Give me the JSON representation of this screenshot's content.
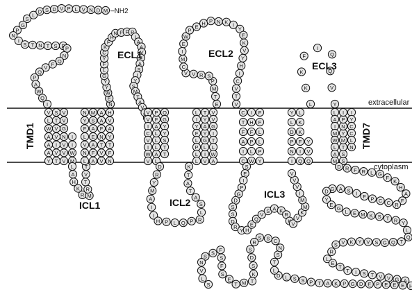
{
  "labels": {
    "ecl1": "ECL1",
    "ecl2": "ECL2",
    "ecl3": "ECL3",
    "icl1": "ICL1",
    "icl2": "ICL2",
    "icl3": "ICL3",
    "tmd1": "TMD1",
    "tmd7": "TMD7",
    "extracellular": "extracellular",
    "cytoplasm": "cytoplasm",
    "n_terminus": "NH2"
  },
  "segments": {
    "n_terminal": "SLDSDVPLVNDM",
    "n_loop": "GPNISTNTSEPNQFVQPAWQI",
    "tm1": "VLWAAAYTVIVVTSVVGNVVVMWII",
    "icl1": "LAHKRMRTVT",
    "tm2": "NYFLVNLAFAEASMAAFNTVVNFTYAVH",
    "ecl1": "NEWYYGLFYCKFHNFFPIAAVFASIYSMTAVAF",
    "icl2": "DRYMAIIHPLQPRLSATATK",
    "tm3": "VVICVIWVLALLLAFPQGYYSTT",
    "ecl2": "ETMPSRVVCMIEWPEHPNKIYEKVYHICVTV",
    "tm4": "LIYFLPLLVILGYAYTVVGITLWA",
    "icl3": "SEIPGDSSDRYHEQVSAKRKVVKMMIVVV",
    "tm5": "CTFAICWLPFHIFFLLPYINPDLYLKKFIQQVY",
    "ecl3": "LKKFIQQVY",
    "tm7": "LAIMWLAMSSTMYNPIIYCCLN",
    "c_tail": "DRFRLGFKHAFRCCPFISAGDYEGLEMKSTRYLQTQGSVYKVSRLETTISTVVGAHEEEPEDGPKATPSSLDLTSNCSSRSDSKTMTESFSFSSNVLS"
  },
  "colors": {
    "residue_fill": "#e4e4e4",
    "outline": "#111111",
    "membrane": "#111111"
  }
}
